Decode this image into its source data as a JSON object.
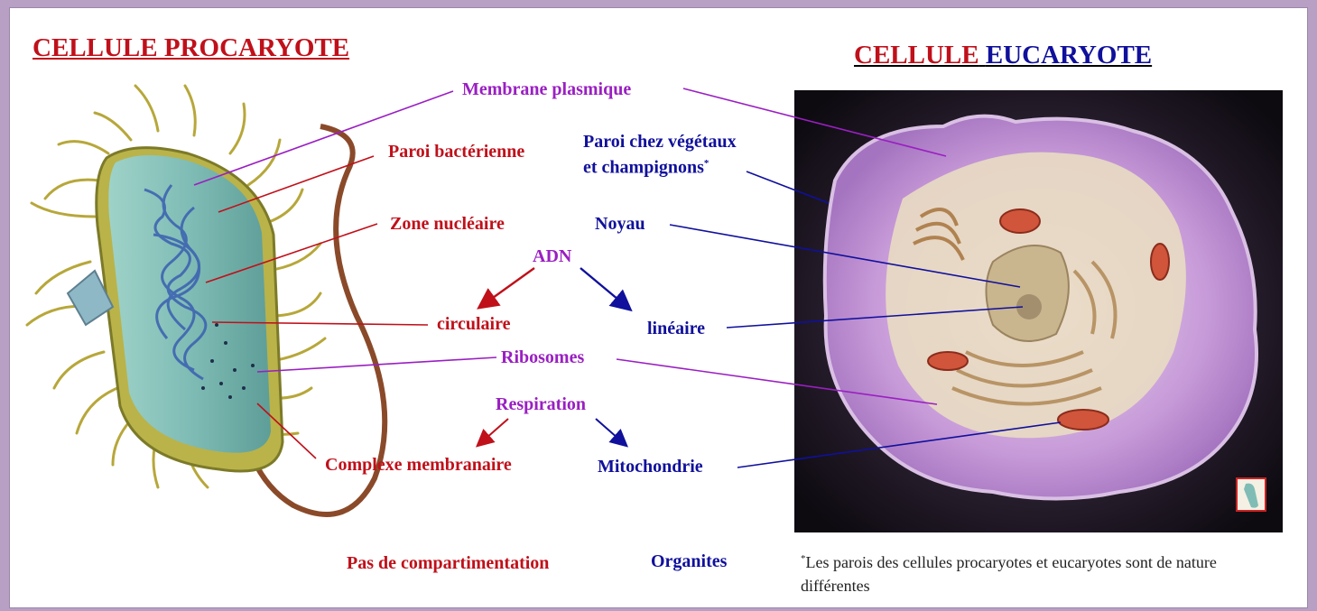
{
  "titles": {
    "procaryote": "CELLULE PROCARYOTE",
    "eucaryote_part1": "CELLULE",
    "eucaryote_part2": "EUCARYOTE"
  },
  "labels": {
    "membrane": "Membrane plasmique",
    "paroi_bact": "Paroi bactérienne",
    "paroi_veg_line1": "Paroi chez végétaux",
    "paroi_veg_line2": "et champignons",
    "asterisk": "*",
    "zone_nucleaire": "Zone nucléaire",
    "noyau": "Noyau",
    "adn": "ADN",
    "circulaire": "circulaire",
    "lineaire": "linéaire",
    "ribosomes": "Ribosomes",
    "respiration": "Respiration",
    "complexe": "Complexe membranaire",
    "mitochondrie": "Mitochondrie",
    "pas_compart": "Pas de compartimentation",
    "organites": "Organites"
  },
  "footnote": {
    "mark": "*",
    "text": "Les parois des cellules procaryotes et eucaryotes sont de nature différentes"
  },
  "colors": {
    "red": "#c0101a",
    "blue": "#10109c",
    "purple": "#9a1fc2"
  }
}
